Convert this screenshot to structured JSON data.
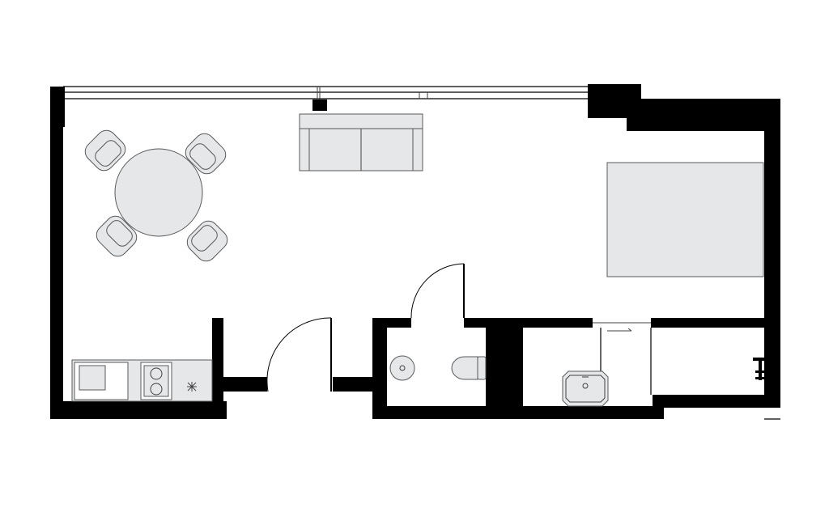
{
  "plan": {
    "type": "apartment-floor-plan",
    "colors": {
      "wall": "#000000",
      "furniture_fill": "#e6e7e8",
      "furniture_stroke": "#58595b",
      "background": "#ffffff"
    },
    "rooms": [
      "living-dining-area",
      "sleeping-area",
      "kitchenette",
      "wc",
      "bathroom",
      "entrance-hall"
    ],
    "furniture": {
      "dining_table": {
        "shape": "round",
        "chairs": 4
      },
      "sofa": {
        "seats": 2
      },
      "bed": {
        "type": "double"
      },
      "kitchen": {
        "elements": [
          "sink-icon",
          "cooktop-icon",
          "extractor-icon"
        ]
      },
      "wc": {
        "elements": [
          "toilet-icon",
          "washbasin-icon"
        ]
      },
      "bathroom": {
        "elements": [
          "washbasin-icon",
          "shower-tap-icon"
        ]
      }
    },
    "doors": {
      "swing": 2,
      "sliding": 1
    }
  }
}
